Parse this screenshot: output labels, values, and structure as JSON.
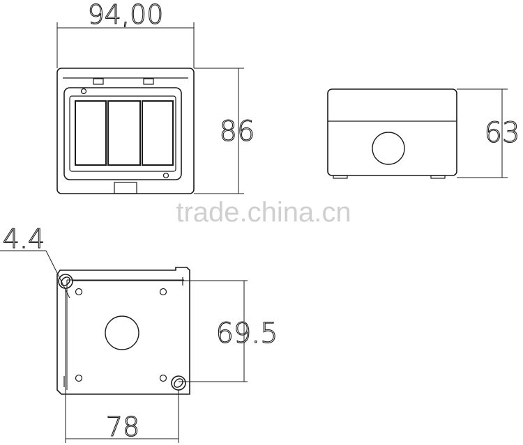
{
  "dimensions": {
    "width_top": "94,00",
    "height_front": "86",
    "height_side": "63",
    "hole_diameter": "4.4",
    "hole_spacing_vertical": "69.5",
    "hole_spacing_horizontal": "78"
  },
  "watermark": "trade.china.cn",
  "colors": {
    "line": "#1a1a1a",
    "watermark": "#cfcfcf",
    "background": "#ffffff"
  }
}
